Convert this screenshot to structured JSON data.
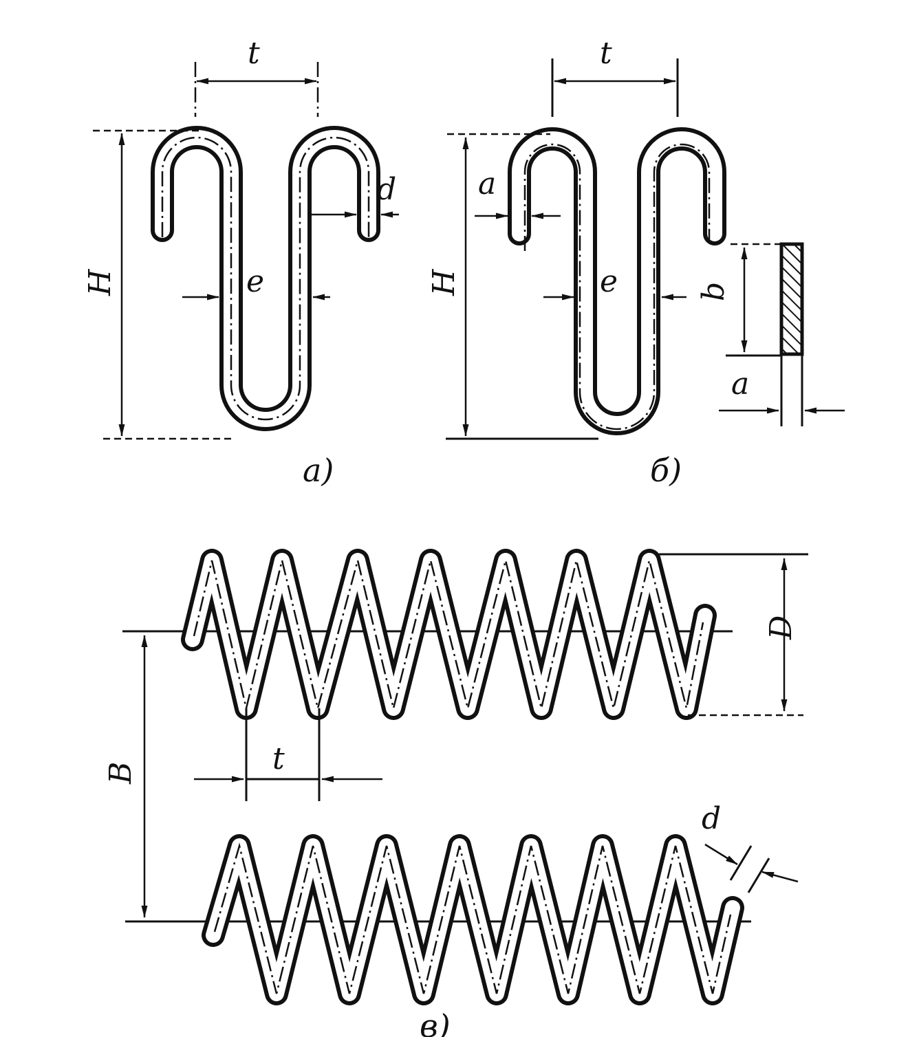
{
  "labels": {
    "a_t": "t",
    "a_H": "H",
    "a_e": "e",
    "a_d": "d",
    "b_t": "t",
    "b_H": "H",
    "b_a": "a",
    "b_e": "e",
    "b_b": "b",
    "b_a2": "a",
    "c_D": "D",
    "c_B": "B",
    "c_t": "t",
    "c_d": "d"
  },
  "captions": {
    "a": "а)",
    "b": "б)",
    "c": "в)"
  }
}
